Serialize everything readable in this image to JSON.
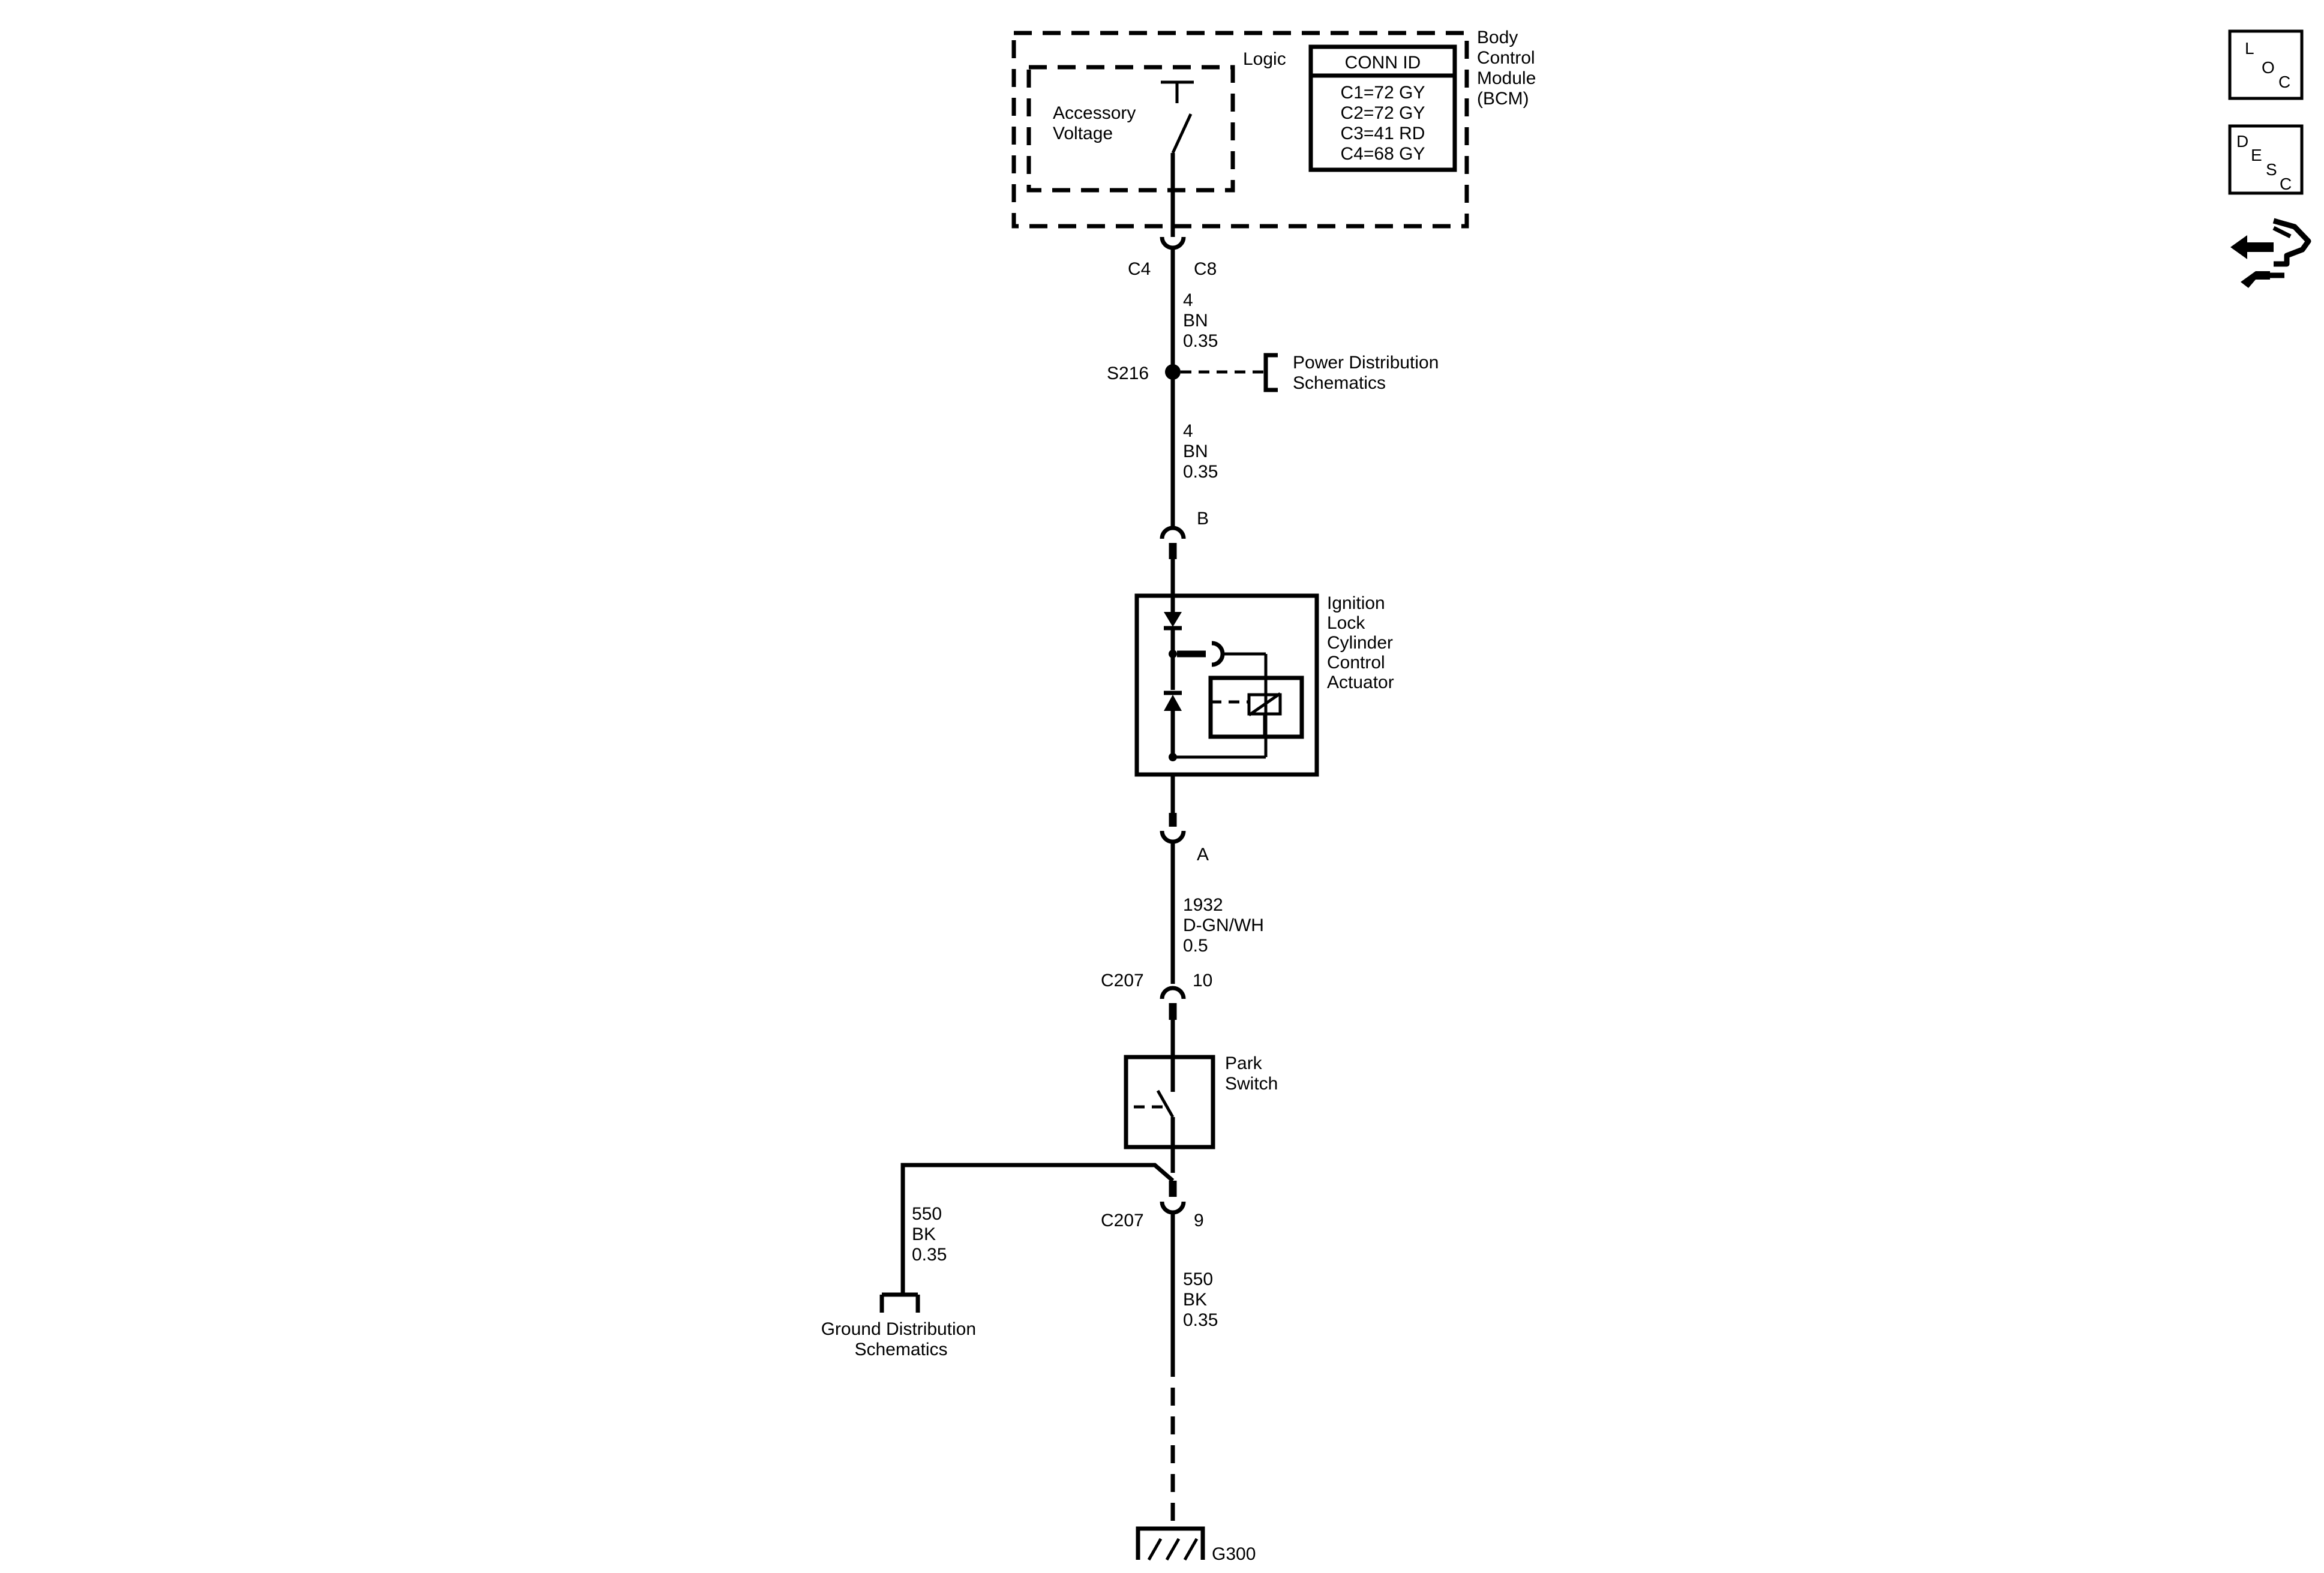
{
  "bcm": {
    "logic_label": "Logic",
    "accessory_voltage": [
      "Accessory",
      "Voltage"
    ],
    "module_name": [
      "Body",
      "Control",
      "Module",
      "(BCM)"
    ],
    "conn_id_title": "CONN ID",
    "conn_ids": [
      "C1=72 GY",
      "C2=72 GY",
      "C3=41 RD",
      "C4=68 GY"
    ]
  },
  "connectors": {
    "bcm_left": "C4",
    "bcm_right": "C8",
    "actuator_top": "B",
    "actuator_bottom": "A",
    "c207_upper_left": "C207",
    "c207_upper_right": "10",
    "c207_lower_left": "C207",
    "c207_lower_right": "9"
  },
  "wires": {
    "w1": [
      "4",
      "BN",
      "0.35"
    ],
    "w2": [
      "4",
      "BN",
      "0.35"
    ],
    "w3": [
      "1932",
      "D-GN/WH",
      "0.5"
    ],
    "w4": [
      "550",
      "BK",
      "0.35"
    ],
    "w5": [
      "550",
      "BK",
      "0.35"
    ]
  },
  "splice": {
    "id": "S216",
    "ref": [
      "Power Distribution",
      "Schematics"
    ]
  },
  "actuator": {
    "label": [
      "Ignition",
      "Lock",
      "Cylinder",
      "Control",
      "Actuator"
    ]
  },
  "park_switch": {
    "label": [
      "Park",
      "Switch"
    ]
  },
  "ground_ref": [
    "Ground Distribution",
    "Schematics"
  ],
  "ground": "G300",
  "side_icons": {
    "loc": [
      "L",
      "O",
      "C"
    ],
    "desc": [
      "D",
      "E",
      "S",
      "C"
    ],
    "connector_icon": "connector-hand-icon"
  }
}
